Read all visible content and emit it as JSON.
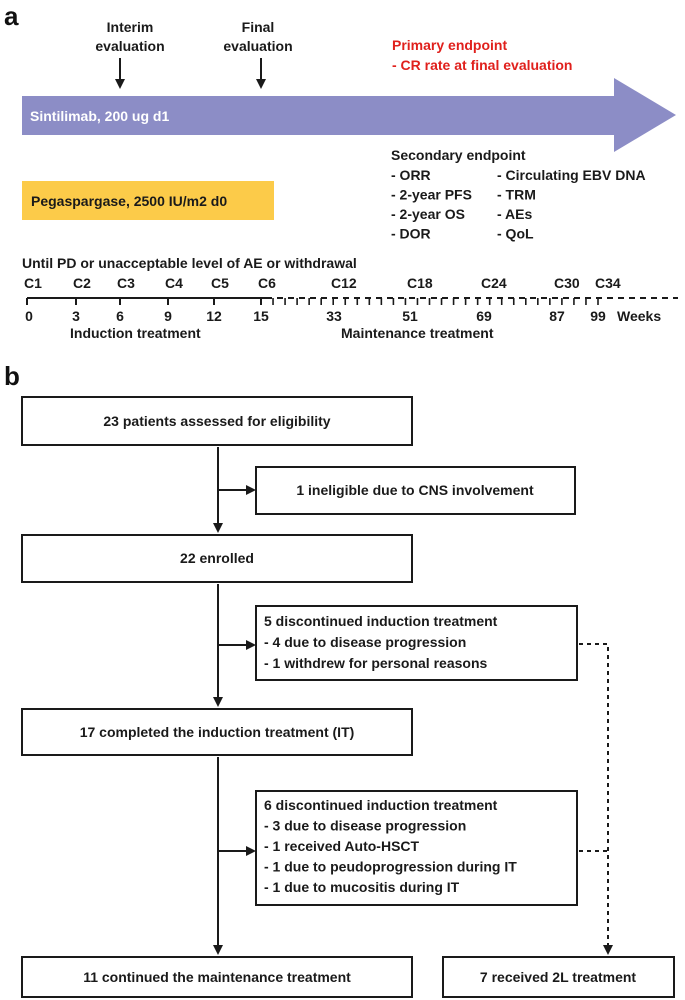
{
  "panel_a": {
    "label": "a",
    "interim_line1": "Interim",
    "interim_line2": "evaluation",
    "final_line1": "Final",
    "final_line2": "evaluation",
    "primary_title": "Primary endpoint",
    "primary_item": "- CR rate at final evaluation",
    "arrow_label": "Sintilimab, 200 ug d1",
    "peg_label": "Pegaspargase, 2500 IU/m2 d0",
    "secondary_title": "Secondary endpoint",
    "secondary_col1": [
      "- ORR",
      "- 2-year PFS",
      "- 2-year OS",
      "- DOR"
    ],
    "secondary_col2": [
      "- Circulating EBV DNA",
      "- TRM",
      "- AEs",
      "- QoL"
    ],
    "until_text": "Until  PD or unacceptable level of AE or withdrawal",
    "cycles": [
      "C1",
      "C2",
      "C3",
      "C4",
      "C5",
      "C6",
      "C12",
      "C18",
      "C24",
      "C30",
      "C34"
    ],
    "weeks": [
      "0",
      "3",
      "6",
      "9",
      "12",
      "15",
      "33",
      "51",
      "69",
      "87",
      "99"
    ],
    "weeks_unit": "Weeks",
    "induction_label": "Induction treatment",
    "maintenance_label": "Maintenance treatment",
    "colors": {
      "arrow": "#8c8dc6",
      "peg": "#fccb49",
      "red": "#e0201c"
    }
  },
  "panel_b": {
    "label": "b",
    "assessed": "23 patients assessed for eligibility",
    "ineligible": "1 ineligible due to CNS involvement",
    "enrolled": "22 enrolled",
    "disc1": [
      "5 discontinued induction treatment",
      "- 4 due to disease progression",
      "- 1 withdrew for personal reasons"
    ],
    "completed": "17 completed the induction treatment (IT)",
    "disc2": [
      "6 discontinued induction treatment",
      "- 3 due to disease progression",
      "- 1 received Auto-HSCT",
      "- 1 due to peudoprogression during IT",
      "- 1 due to mucositis during IT"
    ],
    "maintenance": "11 continued the maintenance treatment",
    "second_line": "7 received 2L treatment"
  }
}
